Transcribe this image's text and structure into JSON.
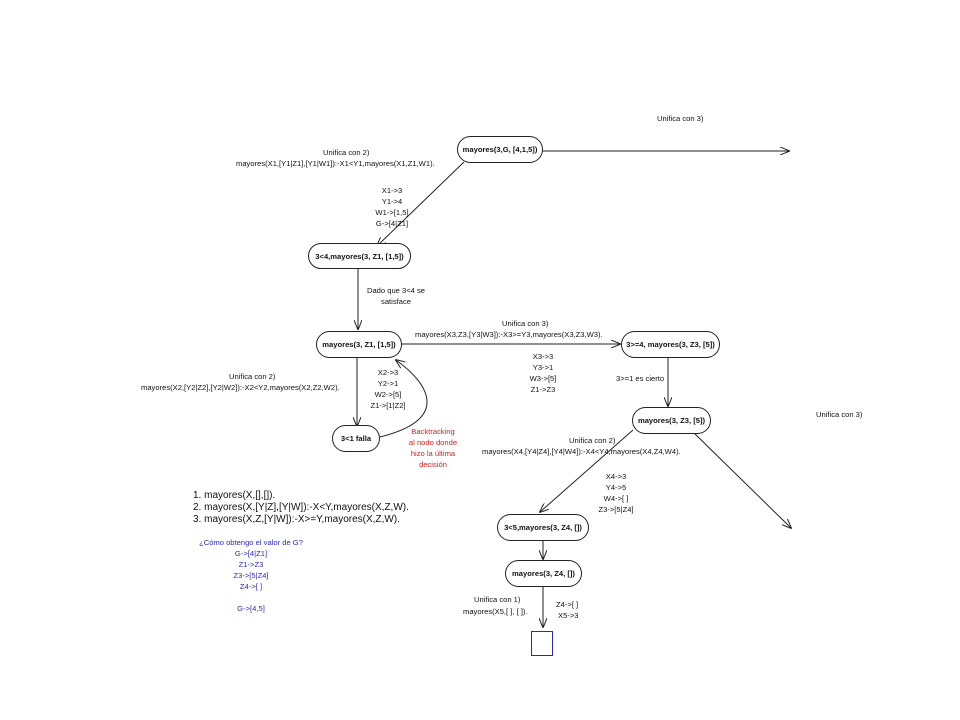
{
  "nodes": {
    "root": "mayores(3,G, [4,1,5])",
    "n2": "3<4,mayores(3, Z1, [1,5])",
    "n3": "mayores(3, Z1, [1,5])",
    "n4": "3<1 falla",
    "n5": "3>=4, mayores(3, Z3, [5])",
    "n6": "mayores(3, Z3, [5])",
    "n7": "3<5,mayores(3, Z4, [])",
    "n8": "mayores(3, Z4, [])"
  },
  "labels": {
    "unifica3_top": "Unifica con 3)",
    "unifica2_a_title": "Unifica con 2)",
    "unifica2_a_rule": "mayores(X1,[Y1|Z1],[Y1|W1]):-X1<Y1,mayores(X1,Z1,W1).",
    "bind_a": [
      "X1->3",
      "Y1->4",
      "W1->[1,5]",
      "G->[4|Z1]"
    ],
    "dado_que": [
      "Dado que 3<4 se",
      "satisface"
    ],
    "unifica3_b_title": "Unifica con 3)",
    "unifica3_b_rule": "mayores(X3,Z3,[Y3|W3]):-X3>=Y3,mayores(X3,Z3,W3).",
    "bind_b": [
      "X3->3",
      "Y3->1",
      "W3->[5]",
      "Z1->Z3"
    ],
    "unifica2_c_title": "Unifica con 2)",
    "unifica2_c_rule": "mayores(X2,[Y2|Z2],[Y2|W2]):-X2<Y2,mayores(X2,Z2,W2).",
    "bind_c": [
      "X2->3",
      "Y2->1",
      "W2->[5]",
      "Z1->[1|Z2]"
    ],
    "backtracking": [
      "Backtracking",
      "al nodo donde",
      "hizo la última",
      "decisión"
    ],
    "es_cierto": "3>=1 es cierto",
    "unifica3_d": "Unifica con 3)",
    "unifica2_d_title": "Unifica con 2)",
    "unifica2_d_rule": "mayores(X4,[Y4|Z4],[Y4|W4]):-X4<Y4,mayores(X4,Z4,W4).",
    "bind_d": [
      "X4->3",
      "Y4->5",
      "W4->[ ]",
      "Z3->[5|Z4]"
    ],
    "unifica1_title": "Unifica con 1)",
    "unifica1_rule": "mayores(X5,[ ], [ ]).",
    "bind_e": [
      "Z4->[ ]",
      "X5->3"
    ]
  },
  "program": [
    "1. mayores(X,[],[]).",
    "2. mayores(X,[Y|Z],[Y|W]):-X<Y,mayores(X,Z,W).",
    "3. mayores(X,Z,[Y|W]):-X>=Y,mayores(X,Z,W)."
  ],
  "question": {
    "title": "¿Cómo obtengo el valor de G?",
    "steps": [
      "G->[4|Z1]",
      "Z1->Z3",
      "Z3->[5|Z4]",
      "Z4->[ ]"
    ],
    "answer": "G->[4,5]"
  },
  "colors": {
    "text": "#111111",
    "red": "#cc2222",
    "blue": "#2a2ab8"
  }
}
